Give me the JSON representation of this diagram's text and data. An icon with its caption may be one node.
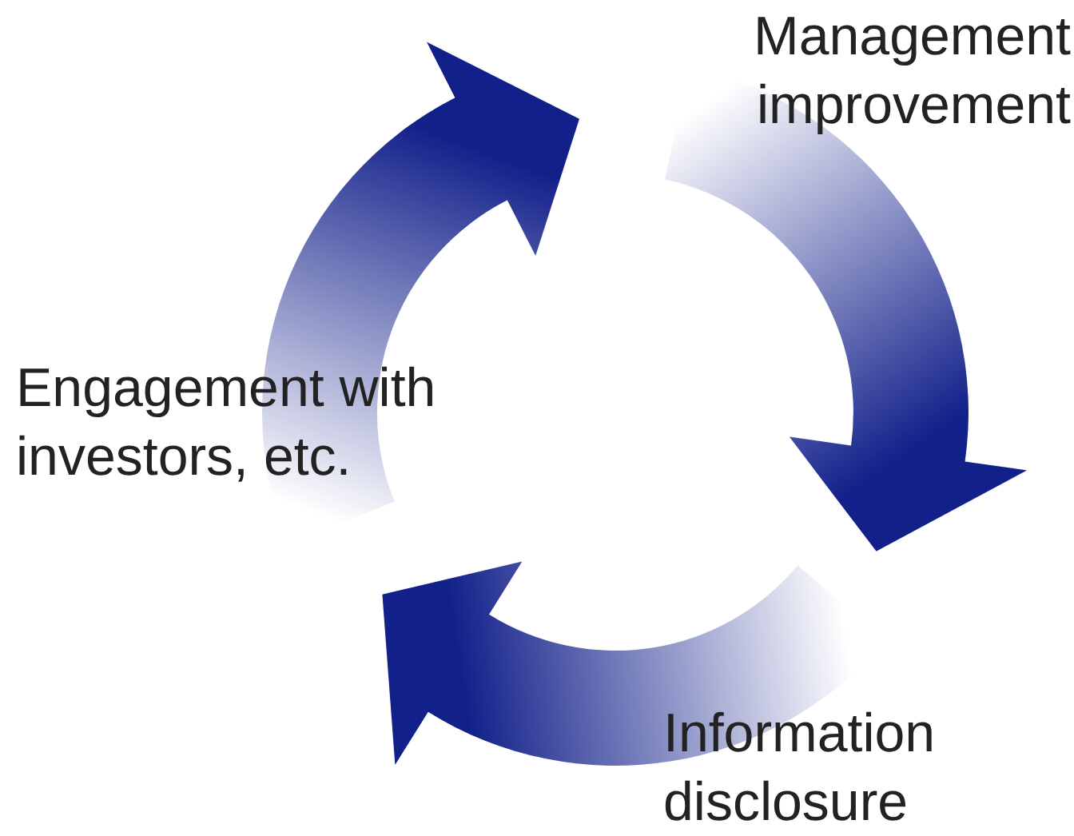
{
  "diagram": {
    "nodes": [
      {
        "text": [],
        "shape": "arrow",
        "beside": [
          "Management improvement"
        ]
      },
      {
        "text": [],
        "shape": "arrow",
        "beside": [
          "Engagement with investors, etc."
        ]
      },
      {
        "text": [],
        "shape": "arrow",
        "beside": [
          "Information disclosure"
        ]
      }
    ]
  }
}
